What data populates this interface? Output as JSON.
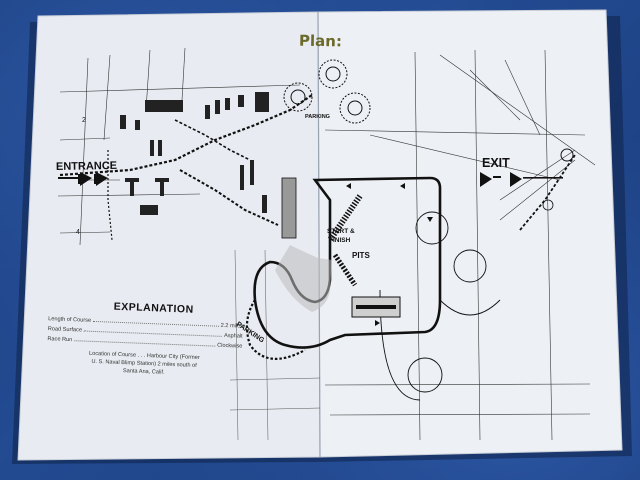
{
  "booklet": {
    "title": "Plan:",
    "labels": {
      "entrance": "ENTRANCE",
      "exit": "EXIT",
      "start_finish_line1": "START &",
      "start_finish_line2": "FINISH",
      "pits": "PITS",
      "parking_left": "PARKING",
      "parking_top": "PARKING"
    },
    "explanation": {
      "title": "EXPLANATION",
      "rows": [
        {
          "label": "Length of Course",
          "value": "2.2 miles"
        },
        {
          "label": "Road Surface",
          "value": "Asphalt"
        },
        {
          "label": "Race Run",
          "value": "Clockwise"
        }
      ],
      "location_line1": "Location of Course . . . Harbour City (Former",
      "location_line2": "U. S. Naval Blimp Station) 2 miles south of",
      "location_line3": "Santa Ana, Calif."
    }
  },
  "colors": {
    "background_cloth": "#1d3f7d",
    "paper": "#ebeef3",
    "ink": "#111111",
    "title_ink": "#6b6a2a"
  }
}
